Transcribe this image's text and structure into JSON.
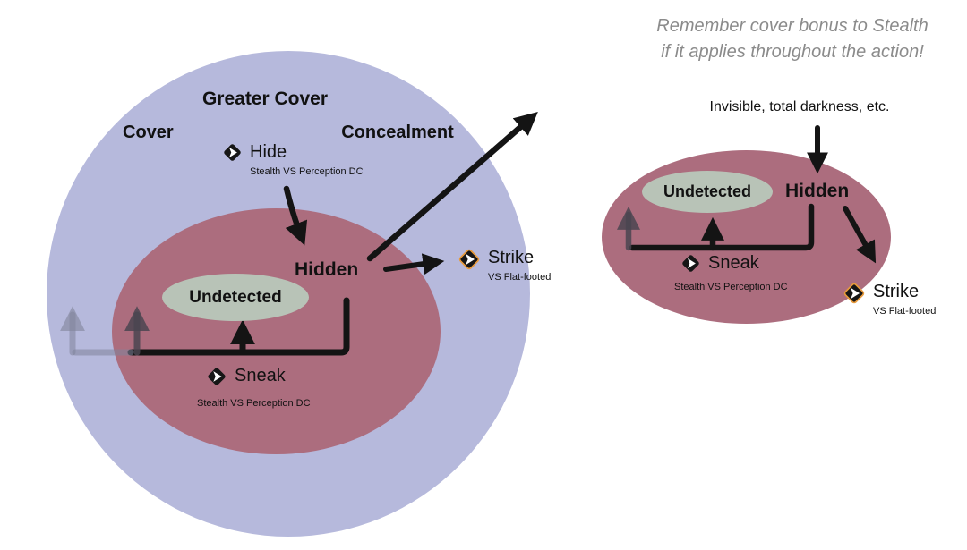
{
  "colors": {
    "outer_circle": "#b6b9dc",
    "mauve_ellipse": "#ac6d7e",
    "sage_ellipse": "#b8c3b7",
    "arrow": "#141414",
    "strike_icon_accent": "#e79a3c",
    "note_text": "#8b8b8b"
  },
  "left_diagram": {
    "outer_labels": {
      "greater_cover": "Greater Cover",
      "cover": "Cover",
      "concealment": "Concealment"
    },
    "hide_action": {
      "label": "Hide",
      "subtitle": "Stealth VS Perception DC",
      "icon": "one-action"
    },
    "hidden_label": "Hidden",
    "undetected_label": "Undetected",
    "sneak_action": {
      "label": "Sneak",
      "subtitle": "Stealth VS Perception DC",
      "icon": "one-action"
    },
    "strike_action": {
      "label": "Strike",
      "subtitle": "VS Flat-footed",
      "icon": "one-action"
    }
  },
  "right_diagram": {
    "note_line1": "Remember cover bonus to Stealth",
    "note_line2": "if it applies throughout the action!",
    "condition_label": "Invisible, total darkness, etc.",
    "hidden_label": "Hidden",
    "undetected_label": "Undetected",
    "sneak_action": {
      "label": "Sneak",
      "subtitle": "Stealth VS Perception DC",
      "icon": "one-action"
    },
    "strike_action": {
      "label": "Strike",
      "subtitle": "VS Flat-footed",
      "icon": "one-action"
    }
  }
}
